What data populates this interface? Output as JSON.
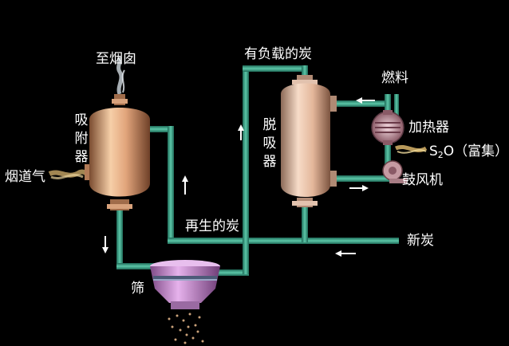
{
  "labels": {
    "chimney": "至烟囱",
    "flue_gas": "烟道气",
    "adsorber": [
      "吸",
      "附",
      "器"
    ],
    "loaded_carbon": "有负载的炭",
    "desorber": [
      "脱",
      "吸",
      "器"
    ],
    "fuel": "燃料",
    "heater": "加热器",
    "so2_part1": "S",
    "so2_sub": "2",
    "so2_part2": "O（富集）",
    "blower": "鼓风机",
    "regenerated_carbon": "再生的炭",
    "new_carbon": "新炭",
    "screen": "筛"
  },
  "colors": {
    "background": "#000000",
    "pipe": "#3fa58c",
    "pipe_dark": "#1f6a58",
    "vessel_light": "#f3c59e",
    "vessel_dark": "#8a5a3c",
    "hopper": "#c78fd0",
    "arrow": "#ffffff"
  }
}
